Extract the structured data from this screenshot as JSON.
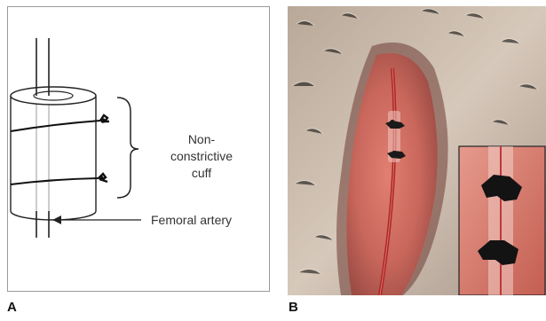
{
  "panel_a": {
    "letter": "A",
    "cuff_label": "Non-constrictive\ncuff",
    "artery_label": "Femoral artery"
  },
  "panel_b": {
    "letter": "B"
  },
  "colors": {
    "fur": "#c9b8a8",
    "tissue": "#c96a5e",
    "vessel": "#b52a2a",
    "suture": "#1b1a1a"
  }
}
